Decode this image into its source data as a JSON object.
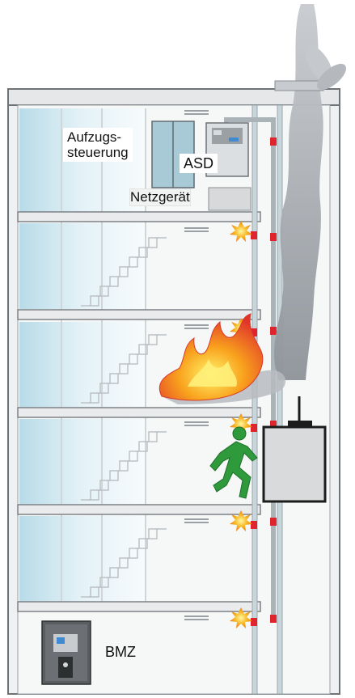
{
  "labels": {
    "elevator_control_line1": "Aufzugs-",
    "elevator_control_line2": "steuerung",
    "asd": "ASD",
    "power_supply": "Netzgerät",
    "bmz": "BMZ"
  },
  "colors": {
    "window_glass": "#cfe6f0",
    "building_frame": "#8a8f93",
    "pipe": "#b9c4c8",
    "detector_red": "#e0242d",
    "fire_orange": "#f28c1e",
    "smoke_gray": "#a9adb3",
    "exit_green": "#2e9a3c"
  },
  "icons": [
    "staircase-icon",
    "smoke-detector-icon",
    "exit-sign-icon",
    "fire-icon",
    "smoke-plume-icon",
    "fan-icon"
  ]
}
